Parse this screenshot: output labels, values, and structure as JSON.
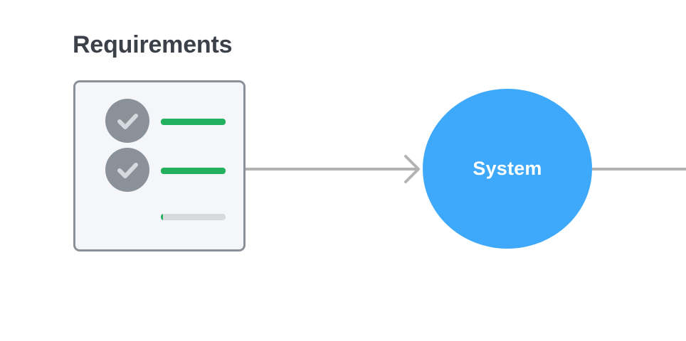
{
  "diagram": {
    "title": "Requirements",
    "requirements": [
      {
        "status": "done",
        "progress": 1.0
      },
      {
        "status": "done",
        "progress": 1.0
      },
      {
        "status": "pending",
        "progress": 0.03
      }
    ],
    "system_label": "System"
  },
  "colors": {
    "title": "#3b4049",
    "card_border": "#8b9199",
    "card_fill": "#f4f6f9",
    "check_circle": "#8b9199",
    "progress_green": "#22b15f",
    "progress_track": "#d7d9dc",
    "connector": "#b3b3b3",
    "system_fill": "#3ea9fa",
    "system_text": "#ffffff"
  },
  "icons": {
    "check": "checkmark-icon",
    "arrow": "arrow-head-icon"
  }
}
